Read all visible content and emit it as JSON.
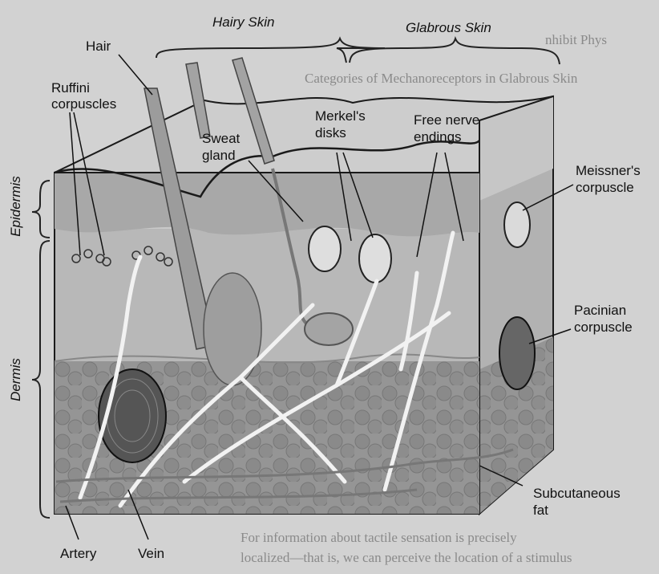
{
  "headings": {
    "hairy_skin": "Hairy Skin",
    "glabrous_skin": "Glabrous Skin"
  },
  "layers": {
    "epidermis": "Epidermis",
    "dermis": "Dermis"
  },
  "labels": {
    "hair": "Hair",
    "ruffini_1": "Ruffini",
    "ruffini_2": "corpuscles",
    "sweat_1": "Sweat",
    "sweat_2": "gland",
    "merkel_1": "Merkel's",
    "merkel_2": "disks",
    "free_1": "Free nerve",
    "free_2": "endings",
    "meissner_1": "Meissner's",
    "meissner_2": "corpuscle",
    "pacinian_1": "Pacinian",
    "pacinian_2": "corpuscle",
    "subcut_1": "Subcutaneous",
    "subcut_2": "fat",
    "artery": "Artery",
    "vein": "Vein"
  },
  "colors": {
    "outline": "#1a1a1a",
    "skin_light": "#c4c4c4",
    "skin_mid": "#a9a9a9",
    "dermis": "#b8b8b8",
    "fat": "#959595",
    "nerve": "#f2f2f2",
    "background": "#d2d2d2"
  }
}
